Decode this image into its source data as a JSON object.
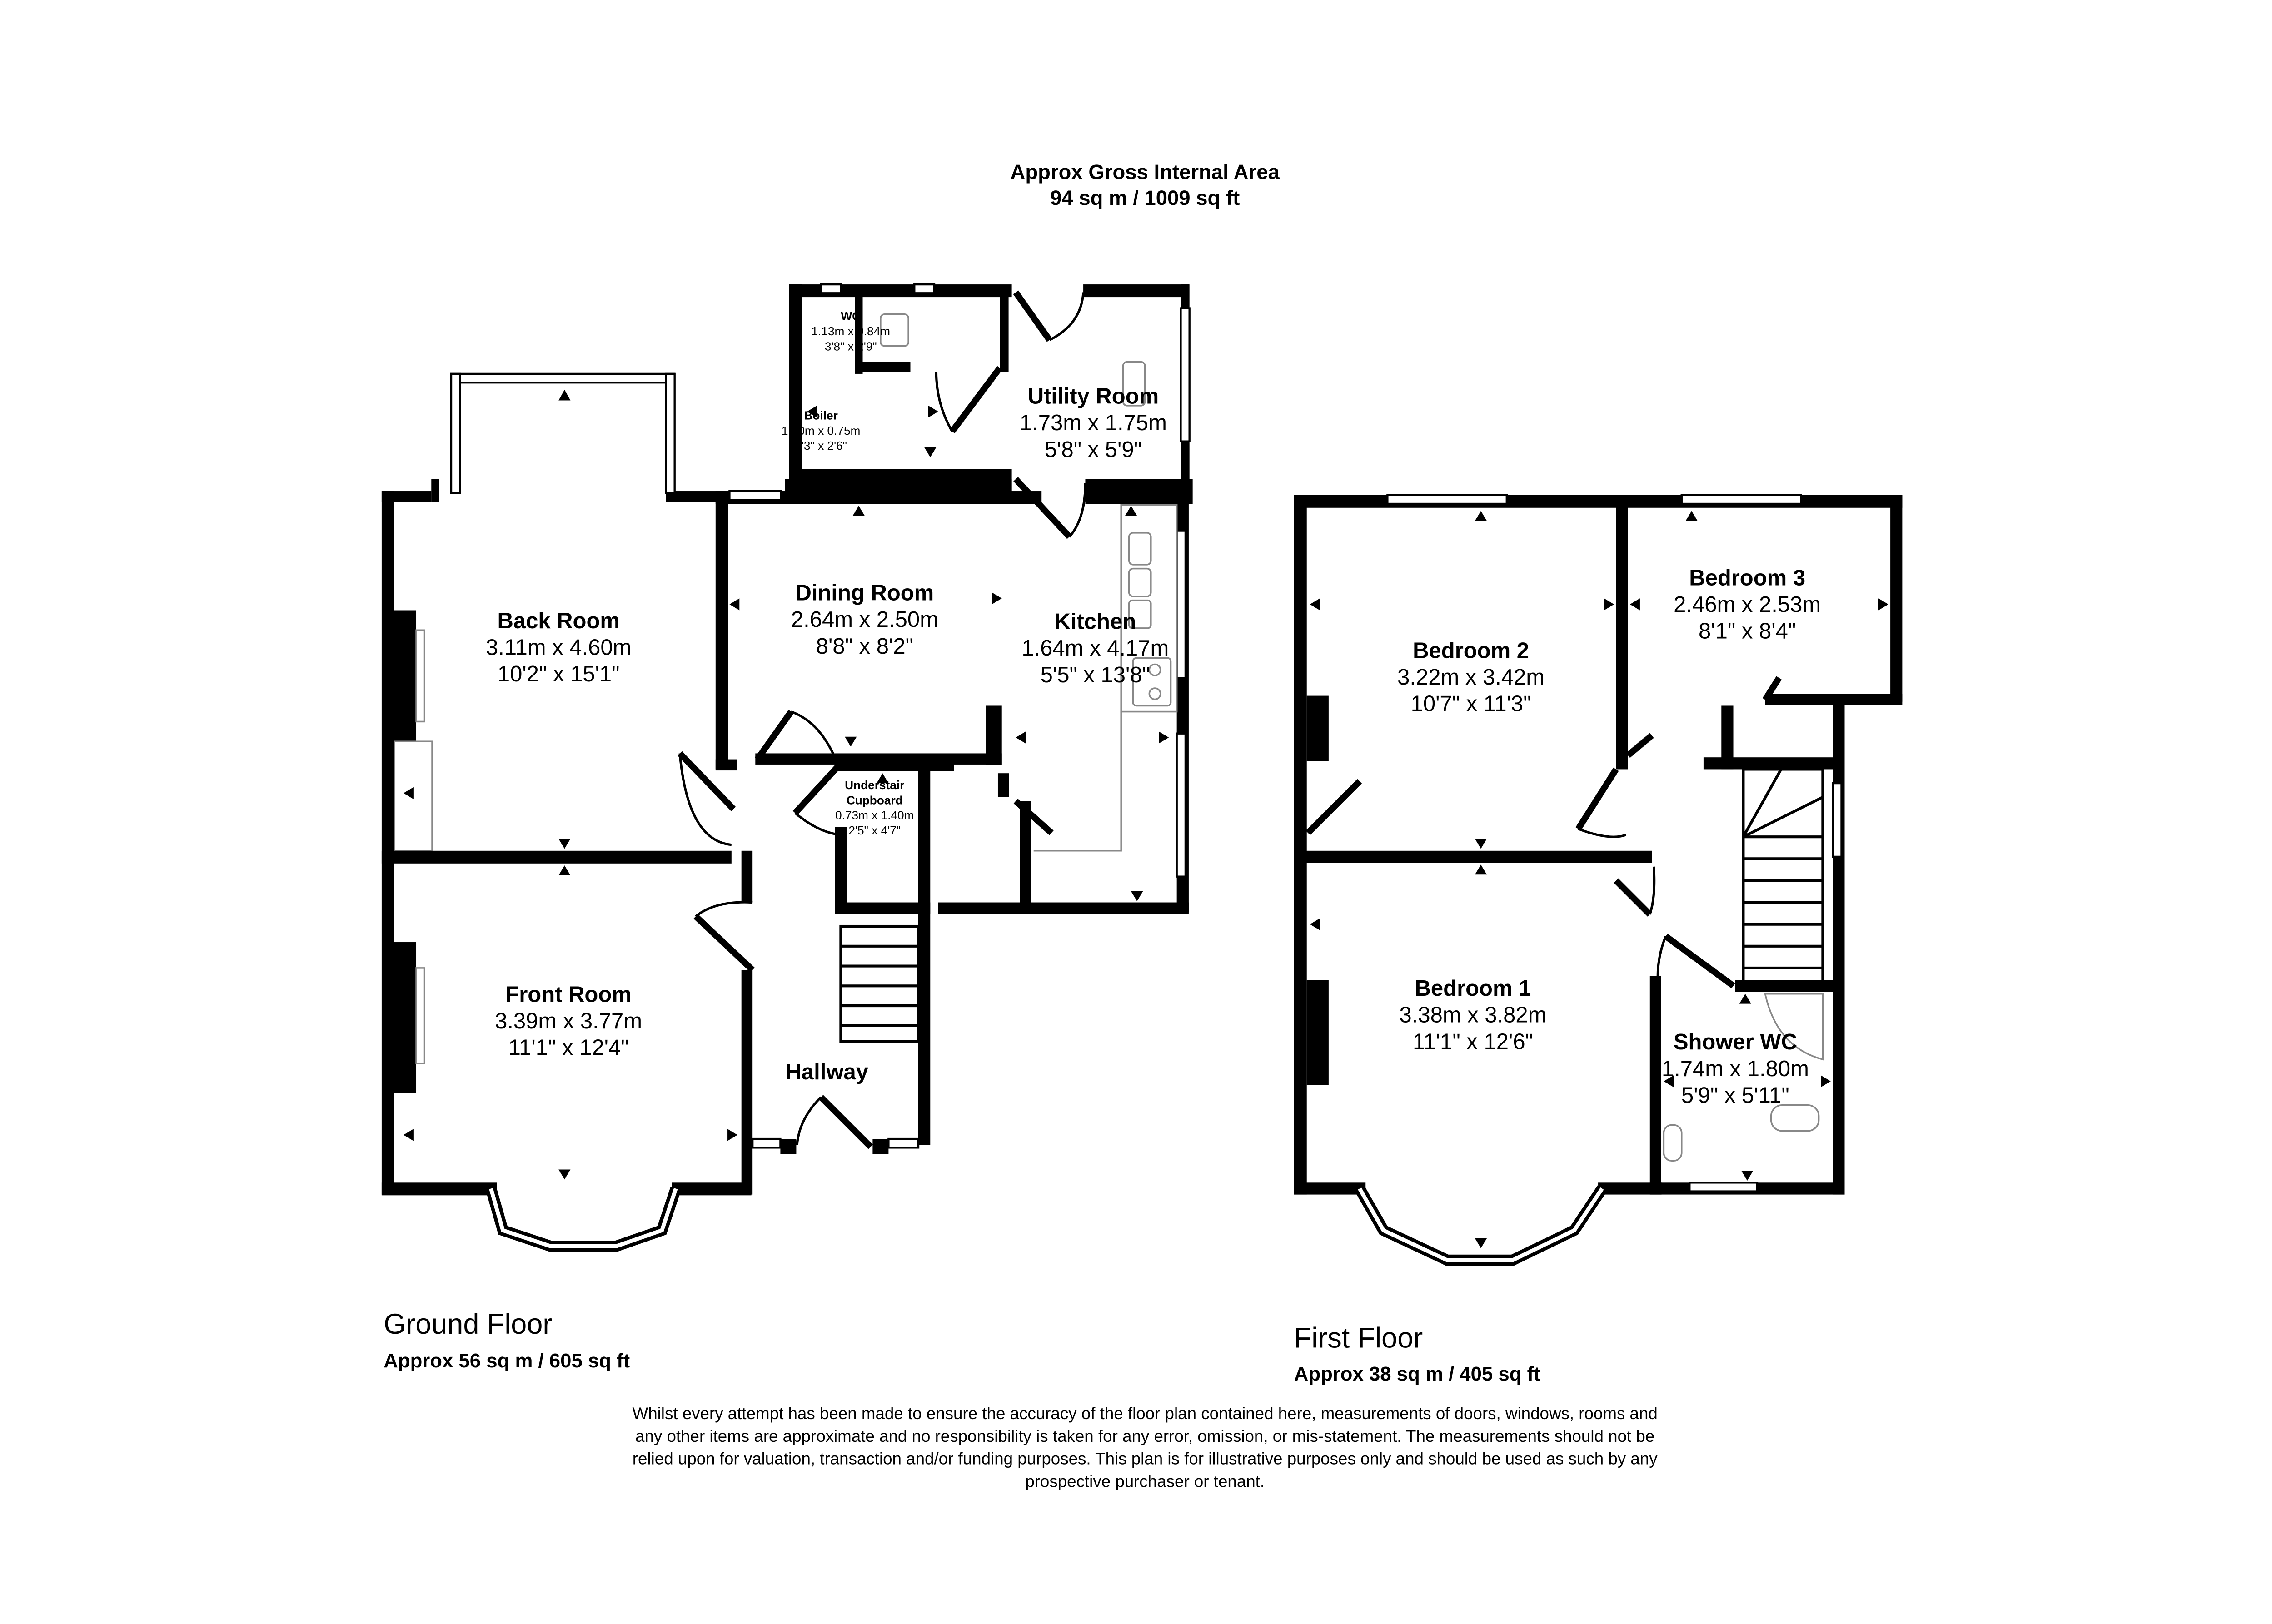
{
  "header": {
    "title_line1": "Approx Gross Internal Area",
    "title_line2": "94 sq m / 1009 sq ft"
  },
  "ground_floor": {
    "label": "Ground Floor",
    "area": "Approx 56 sq m / 605 sq ft",
    "rooms": {
      "back_room": {
        "name": "Back Room",
        "metric": "3.11m x 4.60m",
        "imperial": "10'2\" x 15'1\""
      },
      "dining_room": {
        "name": "Dining Room",
        "metric": "2.64m x 2.50m",
        "imperial": "8'8\" x 8'2\""
      },
      "kitchen": {
        "name": "Kitchen",
        "metric": "1.64m x 4.17m",
        "imperial": "5'5\" x 13'8\""
      },
      "utility_room": {
        "name": "Utility Room",
        "metric": "1.73m x 1.75m",
        "imperial": "5'8\" x 5'9\""
      },
      "boiler": {
        "name": "Boiler",
        "metric": "1.90m x 0.75m",
        "imperial": "6'3\" x 2'6\""
      },
      "wc": {
        "name": "WC",
        "metric": "1.13m x 0.84m",
        "imperial": "3'8\" x 2'9\""
      },
      "understair": {
        "name_line1": "Understair",
        "name_line2": "Cupboard",
        "metric": "0.73m x 1.40m",
        "imperial": "2'5\" x 4'7\""
      },
      "front_room": {
        "name": "Front Room",
        "metric": "3.39m x 3.77m",
        "imperial": "11'1\" x 12'4\""
      },
      "hallway": {
        "name": "Hallway"
      }
    }
  },
  "first_floor": {
    "label": "First Floor",
    "area": "Approx 38 sq m / 405 sq ft",
    "rooms": {
      "bedroom_2": {
        "name": "Bedroom 2",
        "metric": "3.22m x 3.42m",
        "imperial": "10'7\" x 11'3\""
      },
      "bedroom_3": {
        "name": "Bedroom 3",
        "metric": "2.46m x 2.53m",
        "imperial": "8'1\" x 8'4\""
      },
      "bedroom_1": {
        "name": "Bedroom 1",
        "metric": "3.38m x 3.82m",
        "imperial": "11'1\" x 12'6\""
      },
      "shower_wc": {
        "name": "Shower WC",
        "metric": "1.74m x 1.80m",
        "imperial": "5'9\" x 5'11\""
      }
    }
  },
  "disclaimer": {
    "line1": "Whilst every attempt has been made to ensure the accuracy of the floor plan contained here, measurements of doors, windows, rooms and",
    "line2": "any other items are approximate and no responsibility is taken for any error, omission, or mis-statement. The measurements should not be",
    "line3": "relied upon for valuation, transaction and/or funding purposes. This plan is for illustrative purposes only and should be used as such by any",
    "line4": "prospective purchaser or tenant."
  },
  "colors": {
    "wall": "#000000",
    "background": "#ffffff",
    "fixture": "#888888"
  }
}
